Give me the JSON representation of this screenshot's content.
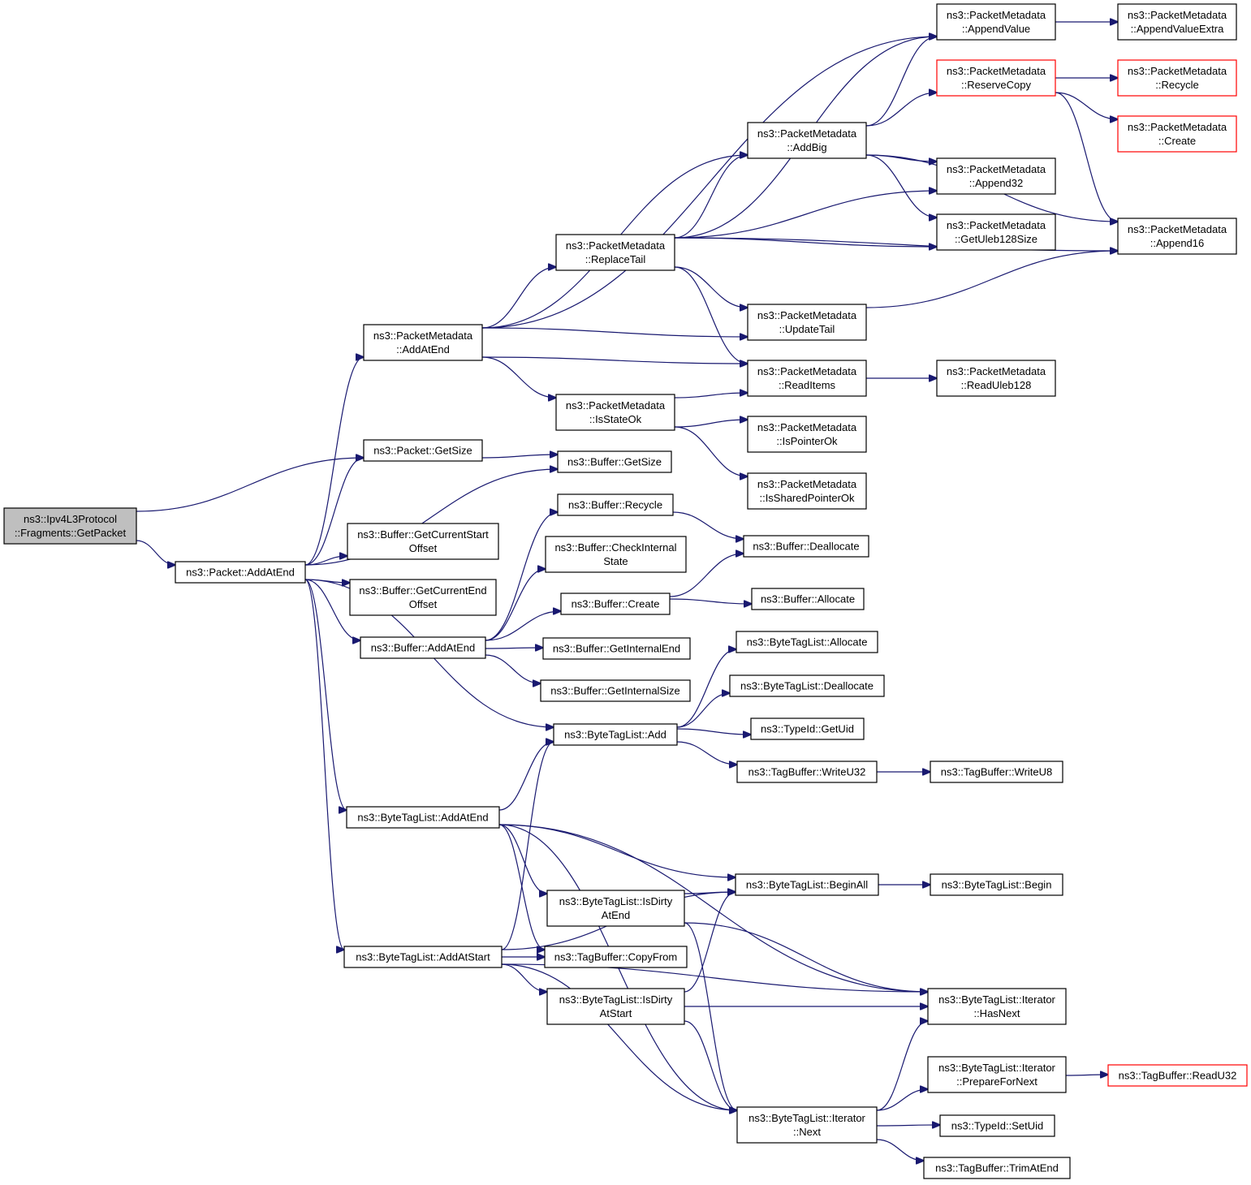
{
  "diagram": {
    "type": "call-graph",
    "colors": {
      "edge": "#191970",
      "node_border": "#000000",
      "root_fill": "#bfbfbf",
      "truncated_border": "#ff0000",
      "background": "#ffffff"
    },
    "nodes": [
      {
        "id": "root",
        "lines": [
          "ns3::Ipv4L3Protocol",
          "::Fragments::GetPacket"
        ],
        "style": "root"
      },
      {
        "id": "pkt_addatend",
        "lines": [
          "ns3::Packet::AddAtEnd"
        ]
      },
      {
        "id": "pkt_getsize",
        "lines": [
          "ns3::Packet::GetSize"
        ]
      },
      {
        "id": "pm_addatend",
        "lines": [
          "ns3::PacketMetadata",
          "::AddAtEnd"
        ]
      },
      {
        "id": "pm_replacetail",
        "lines": [
          "ns3::PacketMetadata",
          "::ReplaceTail"
        ]
      },
      {
        "id": "pm_addbig",
        "lines": [
          "ns3::PacketMetadata",
          "::AddBig"
        ]
      },
      {
        "id": "pm_appendvalue",
        "lines": [
          "ns3::PacketMetadata",
          "::AppendValue"
        ]
      },
      {
        "id": "pm_appendvalueextra",
        "lines": [
          "ns3::PacketMetadata",
          "::AppendValueExtra"
        ]
      },
      {
        "id": "pm_reservecopy",
        "lines": [
          "ns3::PacketMetadata",
          "::ReserveCopy"
        ],
        "style": "truncated"
      },
      {
        "id": "pm_recycle",
        "lines": [
          "ns3::PacketMetadata",
          "::Recycle"
        ],
        "style": "truncated"
      },
      {
        "id": "pm_create",
        "lines": [
          "ns3::PacketMetadata",
          "::Create"
        ],
        "style": "truncated"
      },
      {
        "id": "pm_append32",
        "lines": [
          "ns3::PacketMetadata",
          "::Append32"
        ]
      },
      {
        "id": "pm_getuleb",
        "lines": [
          "ns3::PacketMetadata",
          "::GetUleb128Size"
        ]
      },
      {
        "id": "pm_append16",
        "lines": [
          "ns3::PacketMetadata",
          "::Append16"
        ]
      },
      {
        "id": "pm_updatetail",
        "lines": [
          "ns3::PacketMetadata",
          "::UpdateTail"
        ]
      },
      {
        "id": "pm_readitems",
        "lines": [
          "ns3::PacketMetadata",
          "::ReadItems"
        ]
      },
      {
        "id": "pm_readuleb",
        "lines": [
          "ns3::PacketMetadata",
          "::ReadUleb128"
        ]
      },
      {
        "id": "pm_isstateok",
        "lines": [
          "ns3::PacketMetadata",
          "::IsStateOk"
        ]
      },
      {
        "id": "pm_ispointerok",
        "lines": [
          "ns3::PacketMetadata",
          "::IsPointerOk"
        ]
      },
      {
        "id": "pm_issharedpointerok",
        "lines": [
          "ns3::PacketMetadata",
          "::IsSharedPointerOk"
        ]
      },
      {
        "id": "buf_getsize",
        "lines": [
          "ns3::Buffer::GetSize"
        ]
      },
      {
        "id": "buf_getcurrentstart",
        "lines": [
          "ns3::Buffer::GetCurrentStart",
          "Offset"
        ]
      },
      {
        "id": "buf_getcurrentend",
        "lines": [
          "ns3::Buffer::GetCurrentEnd",
          "Offset"
        ]
      },
      {
        "id": "buf_recycle",
        "lines": [
          "ns3::Buffer::Recycle"
        ]
      },
      {
        "id": "buf_checkinternal",
        "lines": [
          "ns3::Buffer::CheckInternal",
          "State"
        ]
      },
      {
        "id": "buf_create",
        "lines": [
          "ns3::Buffer::Create"
        ]
      },
      {
        "id": "buf_deallocate",
        "lines": [
          "ns3::Buffer::Deallocate"
        ]
      },
      {
        "id": "buf_allocate",
        "lines": [
          "ns3::Buffer::Allocate"
        ]
      },
      {
        "id": "buf_addatend",
        "lines": [
          "ns3::Buffer::AddAtEnd"
        ]
      },
      {
        "id": "buf_getinternalend",
        "lines": [
          "ns3::Buffer::GetInternalEnd"
        ]
      },
      {
        "id": "buf_getinternalsize",
        "lines": [
          "ns3::Buffer::GetInternalSize"
        ]
      },
      {
        "id": "btl_allocate",
        "lines": [
          "ns3::ByteTagList::Allocate"
        ]
      },
      {
        "id": "btl_deallocate",
        "lines": [
          "ns3::ByteTagList::Deallocate"
        ]
      },
      {
        "id": "btl_add",
        "lines": [
          "ns3::ByteTagList::Add"
        ]
      },
      {
        "id": "typeid_getuid",
        "lines": [
          "ns3::TypeId::GetUid"
        ]
      },
      {
        "id": "tb_writeu32",
        "lines": [
          "ns3::TagBuffer::WriteU32"
        ]
      },
      {
        "id": "tb_writeu8",
        "lines": [
          "ns3::TagBuffer::WriteU8"
        ]
      },
      {
        "id": "btl_addatend",
        "lines": [
          "ns3::ByteTagList::AddAtEnd"
        ]
      },
      {
        "id": "btl_beginall",
        "lines": [
          "ns3::ByteTagList::BeginAll"
        ]
      },
      {
        "id": "btl_begin",
        "lines": [
          "ns3::ByteTagList::Begin"
        ]
      },
      {
        "id": "btl_isdirtyatend",
        "lines": [
          "ns3::ByteTagList::IsDirty",
          "AtEnd"
        ]
      },
      {
        "id": "btl_addatstart",
        "lines": [
          "ns3::ByteTagList::AddAtStart"
        ]
      },
      {
        "id": "tb_copyfrom",
        "lines": [
          "ns3::TagBuffer::CopyFrom"
        ]
      },
      {
        "id": "btl_isdirtyatstart",
        "lines": [
          "ns3::ByteTagList::IsDirty",
          "AtStart"
        ]
      },
      {
        "id": "it_hasnext",
        "lines": [
          "ns3::ByteTagList::Iterator",
          "::HasNext"
        ]
      },
      {
        "id": "it_preparefornext",
        "lines": [
          "ns3::ByteTagList::Iterator",
          "::PrepareForNext"
        ]
      },
      {
        "id": "tb_readu32",
        "lines": [
          "ns3::TagBuffer::ReadU32"
        ],
        "style": "truncated"
      },
      {
        "id": "it_next",
        "lines": [
          "ns3::ByteTagList::Iterator",
          "::Next"
        ]
      },
      {
        "id": "typeid_setuid",
        "lines": [
          "ns3::TypeId::SetUid"
        ]
      },
      {
        "id": "tb_trimatend",
        "lines": [
          "ns3::TagBuffer::TrimAtEnd"
        ]
      }
    ],
    "edges": [
      [
        "root",
        "pkt_getsize"
      ],
      [
        "root",
        "pkt_addatend"
      ],
      [
        "pkt_addatend",
        "pm_addatend"
      ],
      [
        "pkt_addatend",
        "pkt_getsize"
      ],
      [
        "pkt_addatend",
        "buf_getsize"
      ],
      [
        "pkt_addatend",
        "buf_getcurrentstart"
      ],
      [
        "pkt_addatend",
        "buf_getcurrentend"
      ],
      [
        "pkt_addatend",
        "buf_addatend"
      ],
      [
        "pkt_addatend",
        "btl_add"
      ],
      [
        "pkt_addatend",
        "btl_addatend"
      ],
      [
        "pkt_addatend",
        "btl_addatstart"
      ],
      [
        "pkt_getsize",
        "buf_getsize"
      ],
      [
        "pm_addatend",
        "pm_addbig"
      ],
      [
        "pm_addatend",
        "pm_appendvalue"
      ],
      [
        "pm_addatend",
        "pm_replacetail"
      ],
      [
        "pm_addatend",
        "pm_updatetail"
      ],
      [
        "pm_addatend",
        "pm_readitems"
      ],
      [
        "pm_addatend",
        "pm_isstateok"
      ],
      [
        "pm_replacetail",
        "pm_addbig"
      ],
      [
        "pm_replacetail",
        "pm_appendvalue"
      ],
      [
        "pm_replacetail",
        "pm_append32"
      ],
      [
        "pm_replacetail",
        "pm_getuleb"
      ],
      [
        "pm_replacetail",
        "pm_append16"
      ],
      [
        "pm_replacetail",
        "pm_updatetail"
      ],
      [
        "pm_replacetail",
        "pm_readitems"
      ],
      [
        "pm_addbig",
        "pm_appendvalue"
      ],
      [
        "pm_addbig",
        "pm_reservecopy"
      ],
      [
        "pm_addbig",
        "pm_append32"
      ],
      [
        "pm_addbig",
        "pm_getuleb"
      ],
      [
        "pm_addbig",
        "pm_append16"
      ],
      [
        "pm_appendvalue",
        "pm_appendvalueextra"
      ],
      [
        "pm_reservecopy",
        "pm_recycle"
      ],
      [
        "pm_reservecopy",
        "pm_create"
      ],
      [
        "pm_reservecopy",
        "pm_append16"
      ],
      [
        "pm_updatetail",
        "pm_append16"
      ],
      [
        "pm_readitems",
        "pm_readuleb"
      ],
      [
        "pm_isstateok",
        "pm_readitems"
      ],
      [
        "pm_isstateok",
        "pm_ispointerok"
      ],
      [
        "pm_isstateok",
        "pm_issharedpointerok"
      ],
      [
        "buf_recycle",
        "buf_deallocate"
      ],
      [
        "buf_create",
        "buf_deallocate"
      ],
      [
        "buf_create",
        "buf_allocate"
      ],
      [
        "buf_addatend",
        "buf_recycle"
      ],
      [
        "buf_addatend",
        "buf_checkinternal"
      ],
      [
        "buf_addatend",
        "buf_create"
      ],
      [
        "buf_addatend",
        "buf_getinternalend"
      ],
      [
        "buf_addatend",
        "buf_getinternalsize"
      ],
      [
        "btl_add",
        "btl_allocate"
      ],
      [
        "btl_add",
        "btl_deallocate"
      ],
      [
        "btl_add",
        "typeid_getuid"
      ],
      [
        "btl_add",
        "tb_writeu32"
      ],
      [
        "tb_writeu32",
        "tb_writeu8"
      ],
      [
        "btl_addatend",
        "btl_add"
      ],
      [
        "btl_addatend",
        "btl_beginall"
      ],
      [
        "btl_addatend",
        "btl_isdirtyatend"
      ],
      [
        "btl_addatend",
        "tb_copyfrom"
      ],
      [
        "btl_addatend",
        "it_hasnext"
      ],
      [
        "btl_addatend",
        "it_next"
      ],
      [
        "btl_beginall",
        "btl_begin"
      ],
      [
        "btl_isdirtyatend",
        "btl_beginall"
      ],
      [
        "btl_isdirtyatend",
        "it_hasnext"
      ],
      [
        "btl_isdirtyatend",
        "it_next"
      ],
      [
        "btl_addatstart",
        "btl_add"
      ],
      [
        "btl_addatstart",
        "btl_beginall"
      ],
      [
        "btl_addatstart",
        "tb_copyfrom"
      ],
      [
        "btl_addatstart",
        "btl_isdirtyatstart"
      ],
      [
        "btl_addatstart",
        "it_hasnext"
      ],
      [
        "btl_addatstart",
        "it_next"
      ],
      [
        "btl_isdirtyatstart",
        "btl_beginall"
      ],
      [
        "btl_isdirtyatstart",
        "it_hasnext"
      ],
      [
        "btl_isdirtyatstart",
        "it_next"
      ],
      [
        "it_preparefornext",
        "tb_readu32"
      ],
      [
        "it_next",
        "it_hasnext"
      ],
      [
        "it_next",
        "it_preparefornext"
      ],
      [
        "it_next",
        "typeid_setuid"
      ],
      [
        "it_next",
        "tb_trimatend"
      ]
    ]
  }
}
